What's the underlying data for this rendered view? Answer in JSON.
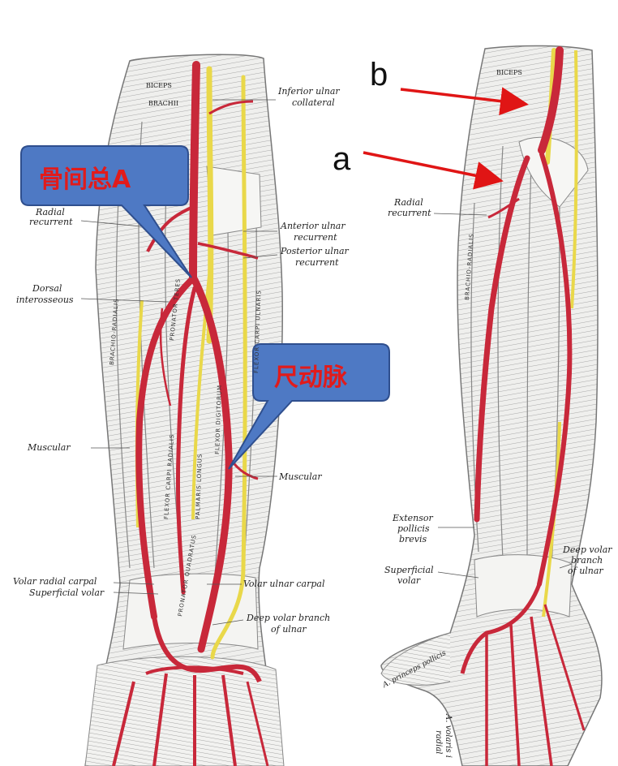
{
  "colors": {
    "artery": "#c8283a",
    "nerve": "#e9d84a",
    "callout_fill": "#4e79c4",
    "callout_stroke": "#2f4f8e",
    "callout_text": "#e11b1b",
    "arrow": "#e01515",
    "muscle_fill": "#ededeb",
    "muscle_line": "#9a9a9a"
  },
  "callouts": {
    "common_interosseous": "骨间总A",
    "ulnar_artery": "尺动脉"
  },
  "arrow_labels": {
    "a": "a",
    "b": "b"
  },
  "left_labels": {
    "biceps": "BICEPS",
    "brachii": "BRACHII",
    "inferior_ulnar_collateral_1": "Inferior ulnar",
    "inferior_ulnar_collateral_2": "collateral",
    "radial_recurrent_1": "Radial",
    "radial_recurrent_2": "recurrent",
    "anterior_ulnar_recurrent_1": "Anterior ulnar",
    "anterior_ulnar_recurrent_2": "recurrent",
    "posterior_ulnar_recurrent_1": "Posterior ulnar",
    "posterior_ulnar_recurrent_2": "recurrent",
    "dorsal_interosseous_1": "Dorsal",
    "dorsal_interosseous_2": "interosseous",
    "muscular_left": "Muscular",
    "muscular_right": "Muscular",
    "volar_radial_carpal": "Volar radial carpal",
    "superficial_volar": "Superficial volar",
    "volar_ulnar_carpal": "Volar ulnar carpal",
    "deep_volar_branch_1": "Deep volar branch",
    "deep_volar_branch_2": "of ulnar"
  },
  "right_labels": {
    "biceps": "BICEPS",
    "radial_recurrent_1": "Radial",
    "radial_recurrent_2": "recurrent",
    "extensor_pollicis_1": "Extensor",
    "extensor_pollicis_2": "pollicis",
    "extensor_pollicis_3": "brevis",
    "superficial_volar_1": "Superficial",
    "superficial_volar_2": "volar",
    "deep_volar_1": "Deep volar",
    "deep_volar_2": "branch",
    "deep_volar_3": "of ulnar",
    "princeps_pollicis": "A. princeps pollicis",
    "volaris_indicis_1": "A. volaris i",
    "volaris_indicis_2": "radial"
  },
  "muscle_names": {
    "brachioradialis": "BRACHIO-RADIALIS",
    "brachio_radialis_right": "BRACHIO-RADIALIS",
    "pronator_teres": "PRONATOR TERES",
    "flexor_carpi_radialis": "FLEXOR CARPI RADIALIS",
    "palmaris_longus": "PALMARIS LONGUS",
    "flexor_carpi_ulnaris": "FLEXOR CARPI ULNARIS",
    "flexor_digitorum": "FLEXOR DIGITORUM",
    "pronator_quadratus": "PRONATOR QUADRATUS"
  }
}
